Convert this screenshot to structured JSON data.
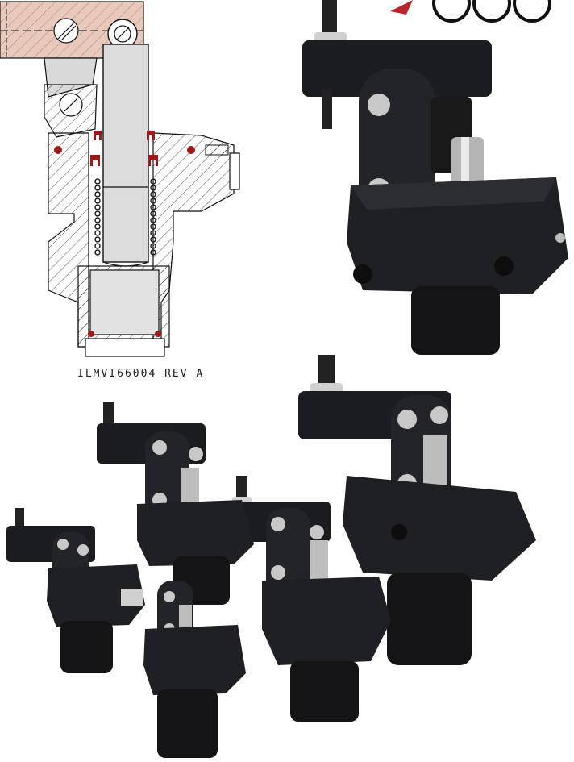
{
  "drawing": {
    "caption": "ILMVI66004 REV A",
    "colors": {
      "hatch_section": "#e8c9bb",
      "seal_red": "#9b1b1b",
      "outline": "#111111",
      "spring": "#1a1a1a"
    }
  },
  "logo": {
    "accent_color": "#b8262c",
    "icon": "brand-mark-partial"
  },
  "photos": {
    "hero": {
      "icon": "swing-clamp-photo",
      "body_color": "#1b1c1f",
      "pin_color": "#c8c8c8"
    },
    "group": {
      "icon": "swing-clamp-family-photo",
      "count": 5
    }
  }
}
